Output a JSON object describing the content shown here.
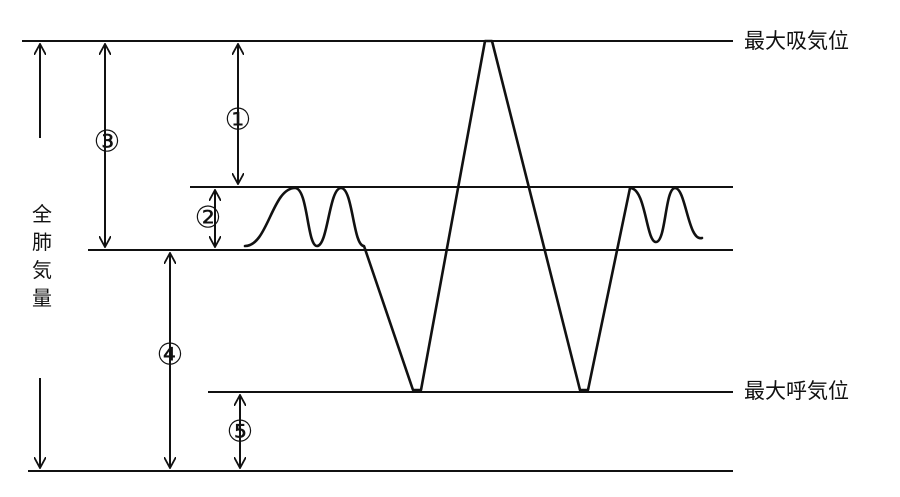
{
  "labels": {
    "max_inspiration": "最大吸気位",
    "max_expiration": "最大呼気位",
    "total_lung_capacity": [
      "全",
      "肺",
      "気",
      "量"
    ]
  },
  "markers": {
    "m1": "①",
    "m2": "②",
    "m3": "③",
    "m4": "④",
    "m5": "⑤"
  }
}
